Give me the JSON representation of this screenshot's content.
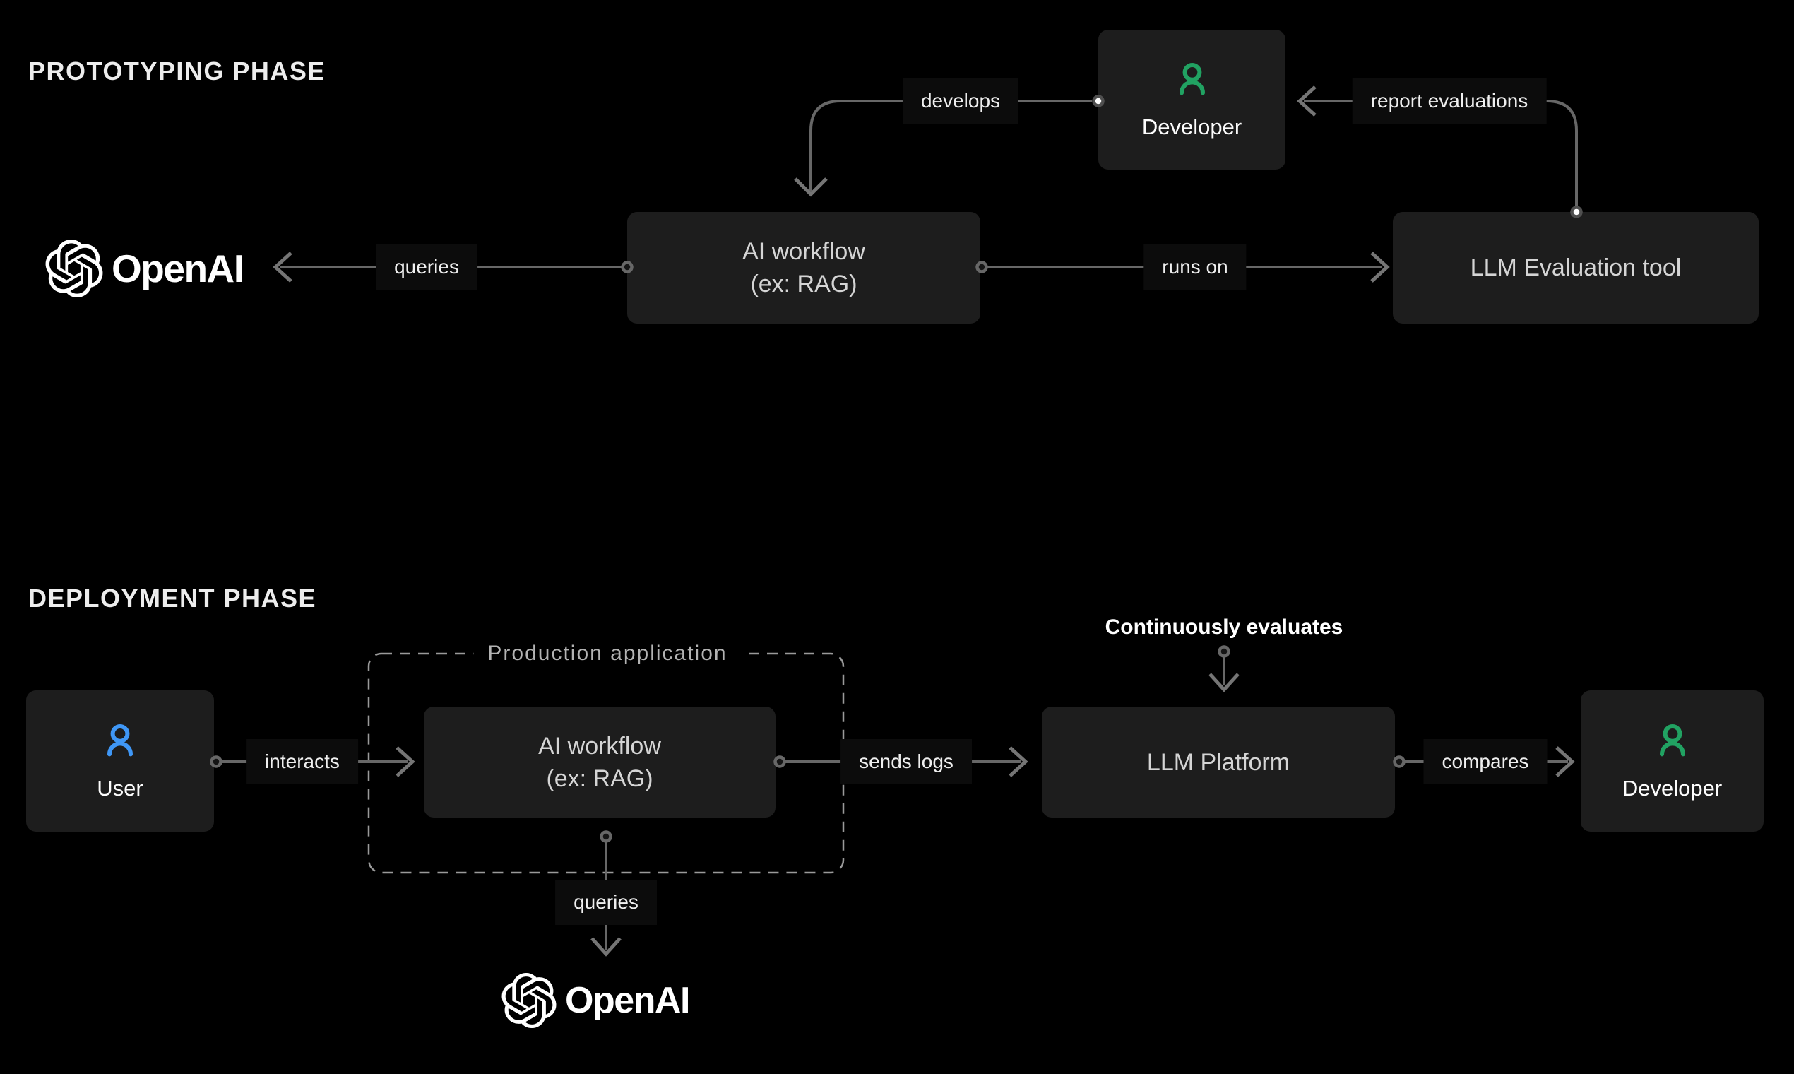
{
  "titles": {
    "prototyping": "PROTOTYPING PHASE",
    "deployment": "DEPLOYMENT PHASE"
  },
  "brand": {
    "openai_wordmark": "OpenAI"
  },
  "icons": {
    "developer": "person-icon",
    "user": "person-icon",
    "openai_mark": "openai-logo-mark"
  },
  "colors": {
    "background": "#000000",
    "node_fill": "#1d1d1d",
    "node_text": "#d5d5d5",
    "white_text": "#ffffff",
    "developer_icon_green": "#21a262",
    "user_icon_blue": "#3f97f6",
    "connector_gray": "#676767",
    "dashed_border_gray": "#9a9a9a",
    "muted_label_gray": "#b3b3b3"
  },
  "prototyping": {
    "developer_box": {
      "label": "Developer"
    },
    "ai_workflow_box": {
      "line1": "AI workflow",
      "line2": "(ex: RAG)"
    },
    "llm_eval_box": {
      "label": "LLM Evaluation tool"
    },
    "connectors": {
      "develops": "develops",
      "report_evaluations": "report evaluations",
      "queries": "queries",
      "runs_on": "runs on"
    }
  },
  "deployment": {
    "user_box": {
      "label": "User"
    },
    "production_app": {
      "label": "Production application"
    },
    "ai_workflow_box": {
      "line1": "AI workflow",
      "line2": "(ex: RAG)"
    },
    "llm_platform_box": {
      "label": "LLM Platform"
    },
    "developer_box": {
      "label": "Developer"
    },
    "connectors": {
      "interacts": "interacts",
      "sends_logs": "sends logs",
      "compares": "compares",
      "queries": "queries",
      "continuously_evaluates": "Continuously evaluates"
    }
  }
}
